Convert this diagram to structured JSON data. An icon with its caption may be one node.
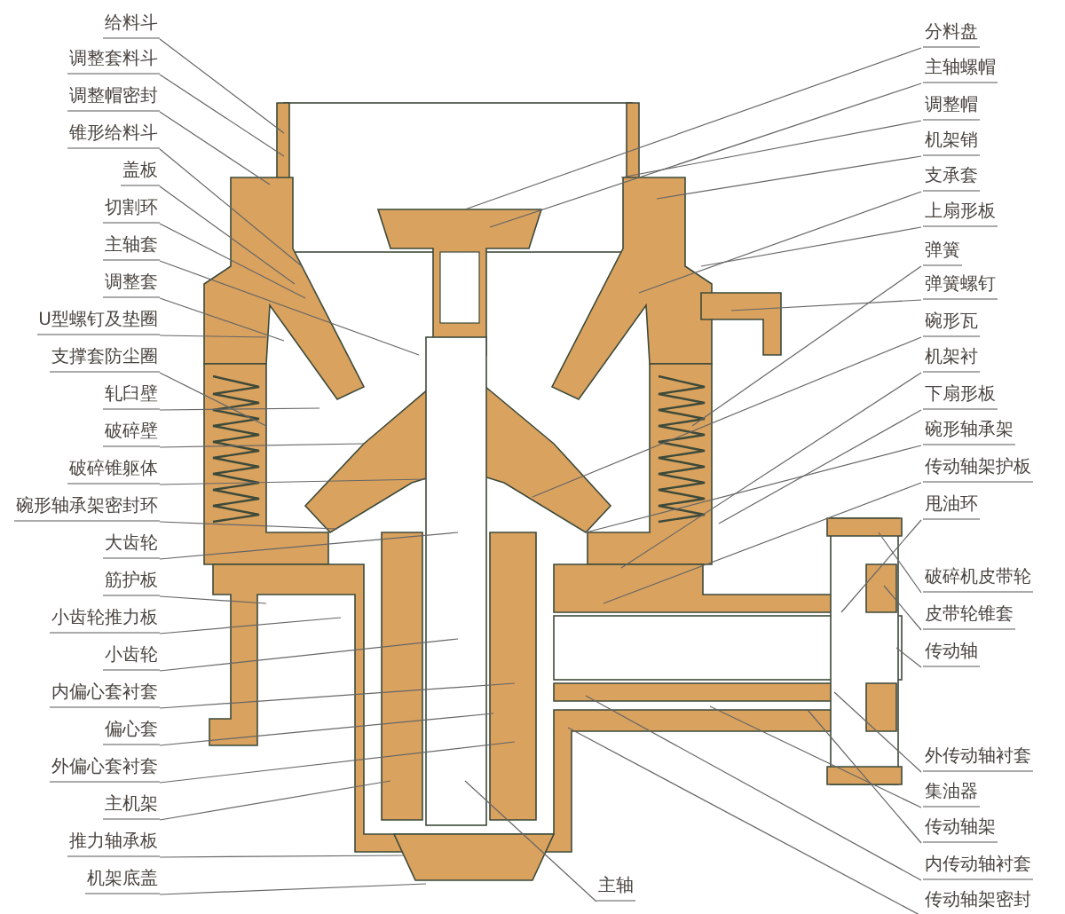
{
  "diagram": {
    "nodes": [
      {
        "text": [
          "给料斗"
        ]
      },
      {
        "text": [
          "调整套料斗"
        ]
      },
      {
        "text": [
          "调整帽密封"
        ]
      },
      {
        "text": [
          "锥形给料斗"
        ]
      },
      {
        "text": [
          "盖板"
        ]
      },
      {
        "text": [
          "切割环"
        ]
      },
      {
        "text": [
          "主轴套"
        ]
      },
      {
        "text": [
          "调整套"
        ]
      },
      {
        "text": [
          "U型螺钉及垫圈"
        ]
      },
      {
        "text": [
          "支撑套防尘圈"
        ]
      },
      {
        "text": [
          "轧臼壁"
        ]
      },
      {
        "text": [
          "破碎壁"
        ]
      },
      {
        "text": [
          "破碎锥躯体"
        ]
      },
      {
        "text": [
          "碗形轴承架密封环"
        ]
      },
      {
        "text": [
          "大齿轮"
        ]
      },
      {
        "text": [
          "筋护板"
        ]
      },
      {
        "text": [
          "小齿轮推力板"
        ]
      },
      {
        "text": [
          "小齿轮"
        ]
      },
      {
        "text": [
          "内偏心套衬套"
        ]
      },
      {
        "text": [
          "偏心套"
        ]
      },
      {
        "text": [
          "外偏心套衬套"
        ]
      },
      {
        "text": [
          "主机架"
        ]
      },
      {
        "text": [
          "推力轴承板"
        ]
      },
      {
        "text": [
          "机架底盖"
        ]
      },
      {
        "text": [
          "分料盘"
        ]
      },
      {
        "text": [
          "主轴螺帽"
        ]
      },
      {
        "text": [
          "调整帽"
        ]
      },
      {
        "text": [
          "机架销"
        ]
      },
      {
        "text": [
          "支承套"
        ]
      },
      {
        "text": [
          "上扇形板"
        ]
      },
      {
        "text": [
          "弹簧"
        ]
      },
      {
        "text": [
          "弹簧螺钉"
        ]
      },
      {
        "text": [
          "碗形瓦"
        ]
      },
      {
        "text": [
          "机架衬"
        ]
      },
      {
        "text": [
          "下扇形板"
        ]
      },
      {
        "text": [
          "碗形轴承架"
        ]
      },
      {
        "text": [
          "传动轴架护板"
        ]
      },
      {
        "text": [
          "甩油环"
        ]
      },
      {
        "text": [
          "破碎机皮带轮"
        ]
      },
      {
        "text": [
          "皮带轮锥套"
        ]
      },
      {
        "text": [
          "传动轴"
        ]
      },
      {
        "text": [
          "外传动轴衬套"
        ]
      },
      {
        "text": [
          "集油器"
        ]
      },
      {
        "text": [
          "传动轴架"
        ]
      },
      {
        "text": [
          "内传动轴衬套"
        ]
      },
      {
        "text": [
          "传动轴架密封"
        ]
      },
      {
        "text": [
          "主轴"
        ]
      }
    ],
    "edges": [
      {
        "from": 0,
        "to": null,
        "arrow": "none"
      },
      {
        "from": 1,
        "to": null,
        "arrow": "none"
      },
      {
        "from": 2,
        "to": null,
        "arrow": "none"
      },
      {
        "from": 3,
        "to": null,
        "arrow": "none"
      },
      {
        "from": 4,
        "to": null,
        "arrow": "none"
      },
      {
        "from": 5,
        "to": null,
        "arrow": "none"
      },
      {
        "from": 6,
        "to": null,
        "arrow": "none"
      },
      {
        "from": 7,
        "to": null,
        "arrow": "none"
      },
      {
        "from": 8,
        "to": null,
        "arrow": "none"
      },
      {
        "from": 9,
        "to": null,
        "arrow": "none"
      },
      {
        "from": 10,
        "to": null,
        "arrow": "none"
      },
      {
        "from": 11,
        "to": null,
        "arrow": "none"
      },
      {
        "from": 12,
        "to": null,
        "arrow": "none"
      },
      {
        "from": 13,
        "to": null,
        "arrow": "none"
      },
      {
        "from": 14,
        "to": null,
        "arrow": "none"
      },
      {
        "from": 15,
        "to": null,
        "arrow": "none"
      },
      {
        "from": 16,
        "to": null,
        "arrow": "none"
      },
      {
        "from": 17,
        "to": null,
        "arrow": "none"
      },
      {
        "from": 18,
        "to": null,
        "arrow": "none"
      },
      {
        "from": 19,
        "to": null,
        "arrow": "none"
      },
      {
        "from": 20,
        "to": null,
        "arrow": "none"
      },
      {
        "from": 21,
        "to": null,
        "arrow": "none"
      },
      {
        "from": 22,
        "to": null,
        "arrow": "none"
      },
      {
        "from": 23,
        "to": null,
        "arrow": "none"
      },
      {
        "from": 24,
        "to": null,
        "arrow": "none"
      },
      {
        "from": 25,
        "to": null,
        "arrow": "none"
      },
      {
        "from": 26,
        "to": null,
        "arrow": "none"
      },
      {
        "from": 27,
        "to": null,
        "arrow": "none"
      },
      {
        "from": 28,
        "to": null,
        "arrow": "none"
      },
      {
        "from": 29,
        "to": null,
        "arrow": "none"
      },
      {
        "from": 30,
        "to": null,
        "arrow": "none"
      },
      {
        "from": 31,
        "to": null,
        "arrow": "none"
      },
      {
        "from": 32,
        "to": null,
        "arrow": "none"
      },
      {
        "from": 33,
        "to": null,
        "arrow": "none"
      },
      {
        "from": 34,
        "to": null,
        "arrow": "none"
      },
      {
        "from": 35,
        "to": null,
        "arrow": "none"
      },
      {
        "from": 36,
        "to": null,
        "arrow": "none"
      },
      {
        "from": 37,
        "to": null,
        "arrow": "none"
      },
      {
        "from": 38,
        "to": null,
        "arrow": "none"
      },
      {
        "from": 39,
        "to": null,
        "arrow": "none"
      },
      {
        "from": 40,
        "to": null,
        "arrow": "none"
      },
      {
        "from": 41,
        "to": null,
        "arrow": "none"
      },
      {
        "from": 42,
        "to": null,
        "arrow": "none"
      },
      {
        "from": 43,
        "to": null,
        "arrow": "none"
      },
      {
        "from": 44,
        "to": null,
        "arrow": "none"
      },
      {
        "from": 45,
        "to": null,
        "arrow": "none"
      },
      {
        "from": 46,
        "to": null,
        "arrow": "none"
      }
    ]
  }
}
